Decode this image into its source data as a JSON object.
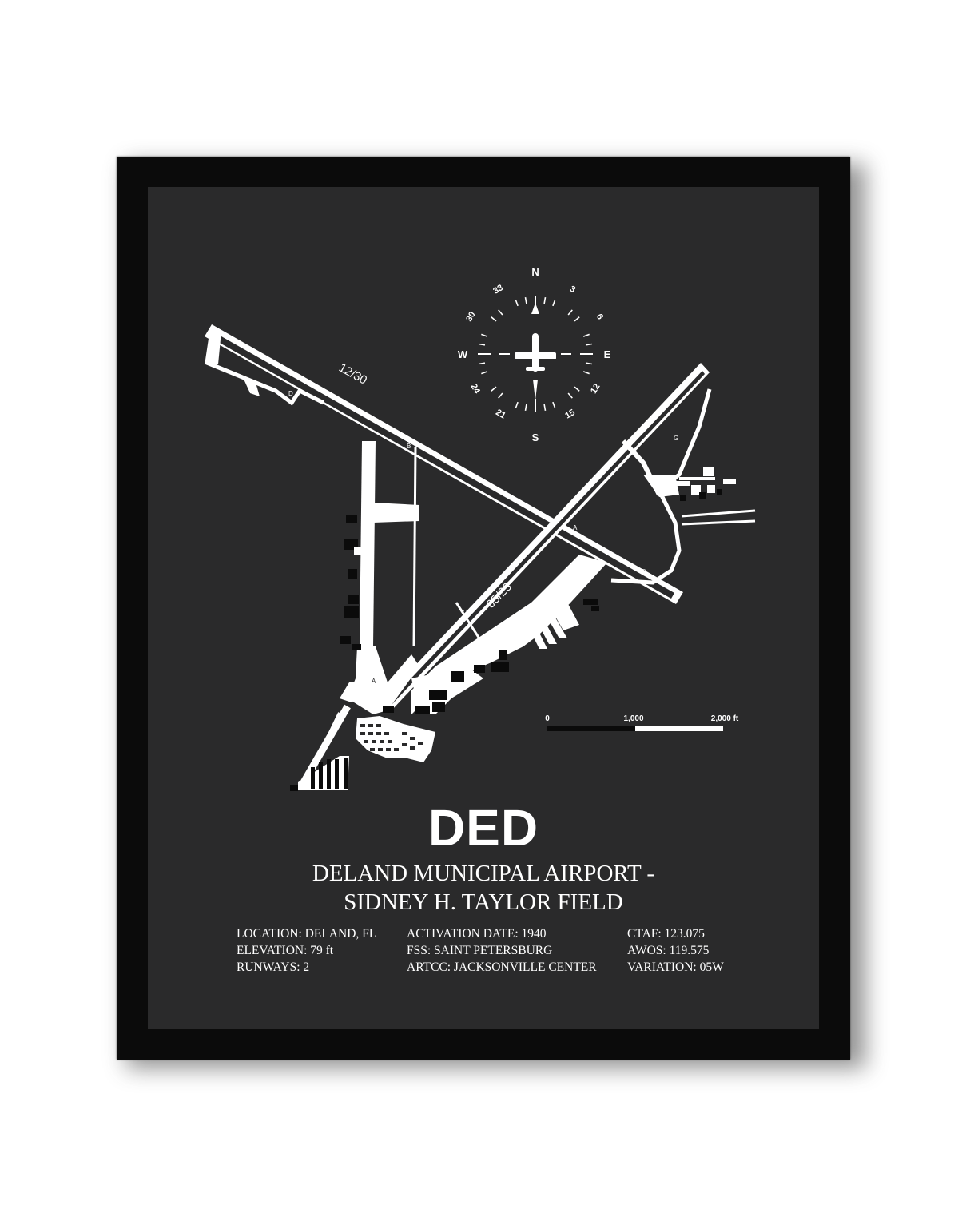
{
  "poster": {
    "airport_code": "DED",
    "name_line1": "DELAND MUNICIPAL AIRPORT -",
    "name_line2": "SIDNEY H. TAYLOR FIELD"
  },
  "info": {
    "col1": [
      "LOCATION: DELAND, FL",
      "ELEVATION: 79 ft",
      "RUNWAYS: 2"
    ],
    "col2": [
      "ACTIVATION DATE: 1940",
      "FSS: SAINT PETERSBURG",
      "ARTCC: JACKSONVILLE CENTER"
    ],
    "col3": [
      "CTAF: 123.075",
      "AWOS: 119.575",
      "VARIATION: 05W"
    ]
  },
  "diagram": {
    "runways": [
      "12/30",
      "05/23"
    ],
    "taxiways": [
      "D",
      "B",
      "G",
      "A",
      "D",
      "C",
      "B",
      "A"
    ],
    "compass": {
      "cardinals": [
        "N",
        "E",
        "S",
        "W"
      ],
      "headings": [
        "3",
        "6",
        "12",
        "15",
        "21",
        "24",
        "30",
        "33"
      ]
    },
    "scale": [
      "0",
      "1,000",
      "2,000 ft"
    ]
  },
  "colors": {
    "frame": "#0b0b0b",
    "mat": "#2a2a2b",
    "ink": "#ffffff"
  }
}
